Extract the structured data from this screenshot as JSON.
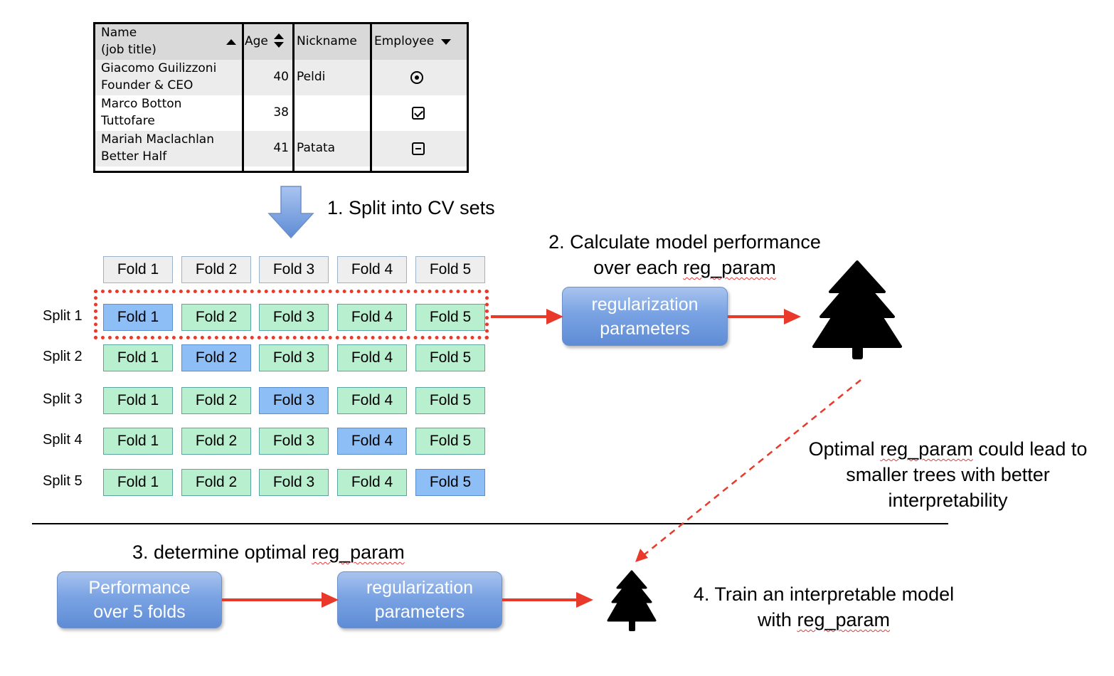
{
  "table": {
    "headers": {
      "name": "Name",
      "name_sub": "(job title)",
      "age": "Age",
      "nickname": "Nickname",
      "employee": "Employee"
    },
    "rows": [
      {
        "name": "Giacomo Guilizzoni",
        "title": "Founder & CEO",
        "age": "40",
        "nickname": "Peldi",
        "employee_icon": "radio-selected-icon"
      },
      {
        "name": "Marco Botton",
        "title": "Tuttofare",
        "age": "38",
        "nickname": "",
        "employee_icon": "checkbox-checked-icon"
      },
      {
        "name": "Mariah Maclachlan",
        "title": "Better Half",
        "age": "41",
        "nickname": "Patata",
        "employee_icon": "checkbox-indeterminate-icon"
      }
    ]
  },
  "step1": {
    "label": "1. Split into CV sets"
  },
  "folds": {
    "header": [
      "Fold 1",
      "Fold 2",
      "Fold 3",
      "Fold 4",
      "Fold 5"
    ],
    "splits": [
      {
        "label": "Split 1",
        "folds": [
          "Fold 1",
          "Fold 2",
          "Fold 3",
          "Fold 4",
          "Fold 5"
        ],
        "test_index": 0
      },
      {
        "label": "Split 2",
        "folds": [
          "Fold 1",
          "Fold 2",
          "Fold 3",
          "Fold 4",
          "Fold 5"
        ],
        "test_index": 1
      },
      {
        "label": "Split 3",
        "folds": [
          "Fold 1",
          "Fold 2",
          "Fold 3",
          "Fold 4",
          "Fold 5"
        ],
        "test_index": 2
      },
      {
        "label": "Split 4",
        "folds": [
          "Fold 1",
          "Fold 2",
          "Fold 3",
          "Fold 4",
          "Fold 5"
        ],
        "test_index": 3
      },
      {
        "label": "Split 5",
        "folds": [
          "Fold 1",
          "Fold 2",
          "Fold 3",
          "Fold 4",
          "Fold 5"
        ],
        "test_index": 4
      }
    ]
  },
  "step2": {
    "line1": "2. Calculate model performance",
    "line2_pre": "over each ",
    "line2_term": "reg_param",
    "box_line1": "regularization",
    "box_line2": "parameters"
  },
  "note": {
    "line1_pre": "Optimal ",
    "line1_term": "reg_param",
    "line1_post": " could lead to",
    "line2": "smaller trees with better",
    "line3": "interpretability"
  },
  "step3": {
    "label_pre": "3. determine optimal ",
    "label_term": "reg_param",
    "perf_line1": "Performance",
    "perf_line2": "over 5 folds",
    "box_line1": "regularization",
    "box_line2": "parameters"
  },
  "step4": {
    "line1": "4. Train an interpretable model",
    "line2_pre": "with ",
    "line2_term": "reg_param"
  },
  "colors": {
    "arrow": "#e8392b",
    "train_fold": "#b8f0cf",
    "test_fold": "#8dbef5",
    "header_fold": "#eeeeee",
    "process_box": "#7aa3e3"
  }
}
